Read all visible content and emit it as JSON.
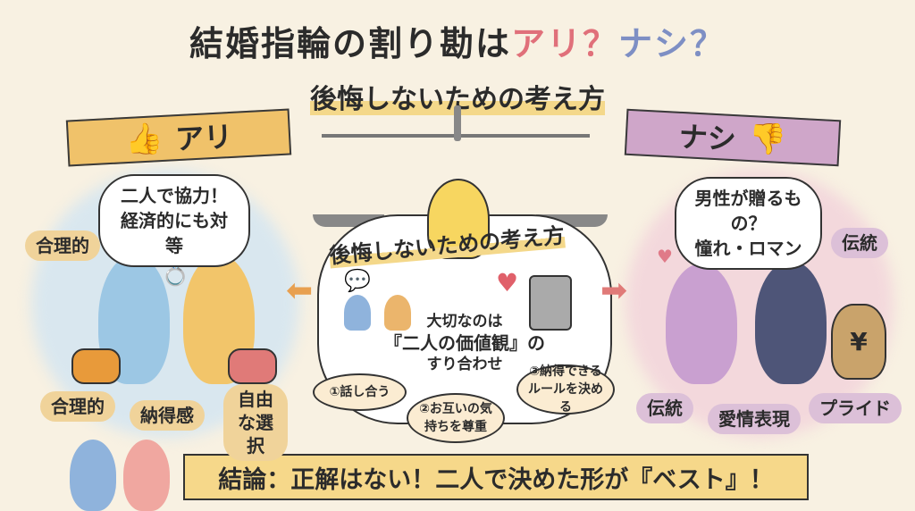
{
  "title": {
    "part1": "結婚指輪の割り勘は",
    "ari": "アリ？",
    "nashi": "ナシ？"
  },
  "subtitle": "後悔しないための考え方",
  "left": {
    "ribbon": "アリ",
    "speech": [
      "二人で協力！",
      "経済的にも対等"
    ],
    "tags": [
      "合理的",
      "合理的",
      "納得感",
      "自由な選択"
    ],
    "icon": "thumbs-up-icon",
    "color": "#f0c26a"
  },
  "right": {
    "ribbon": "ナシ",
    "speech": [
      "男性が贈るもの？",
      "憧れ・ロマン"
    ],
    "tags": [
      "伝統",
      "伝統",
      "愛情表現",
      "プライド"
    ],
    "icon": "thumbs-down-icon",
    "money_bag": "¥",
    "color": "#cfa6c9"
  },
  "center": {
    "heading": "後悔しないための考え方",
    "main": [
      "大切なのは",
      "『二人の価値観』の",
      "すり合わせ"
    ],
    "steps": [
      "①話し合う",
      "②お互いの気持ちを尊重",
      "③納得できるルールを決める"
    ]
  },
  "conclusion": "結論：正解はない！二人で決めた形が『ベスト』！"
}
